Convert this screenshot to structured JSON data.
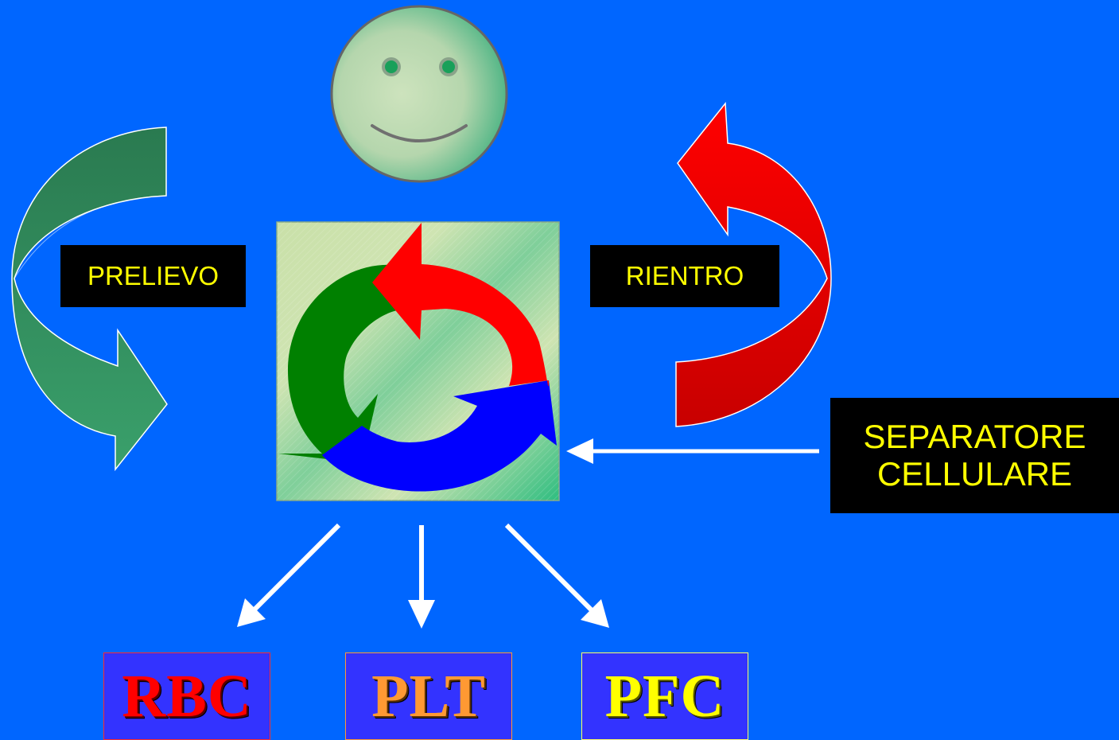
{
  "labels": {
    "prelievo": "PRELIEVO",
    "rientro": "RIENTRO",
    "separatore_line1": "SEPARATORE",
    "separatore_line2": "CELLULARE"
  },
  "products": {
    "rbc": "RBC",
    "plt": "PLT",
    "pfc": "PFC"
  },
  "colors": {
    "background": "#0066ff",
    "label_background": "#000000",
    "label_text": "#ffff00",
    "prelievo_arrow": "#2e8b57",
    "rientro_arrow": "#ff0000",
    "cycle_red": "#ff0000",
    "cycle_green": "#008000",
    "cycle_blue": "#0000ff",
    "rbc": "#ff0000",
    "plt": "#ff9933",
    "pfc": "#ffff00"
  },
  "icons": [
    "smiley-face-icon",
    "recycle-arrows-icon"
  ]
}
